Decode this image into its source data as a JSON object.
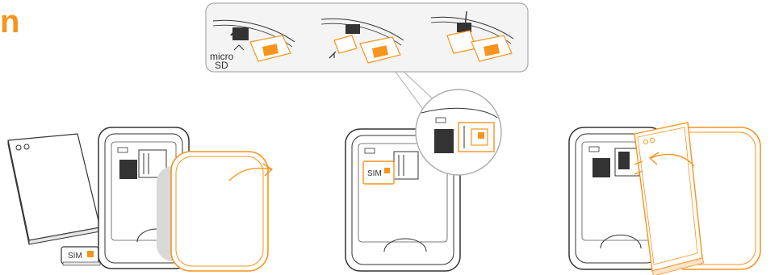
{
  "header": {
    "partial_heading": "n"
  },
  "labels": {
    "sim_card": "SIM",
    "sim_in_slot": "SIM",
    "micro_line1": "micro",
    "micro_line2": "SD"
  },
  "colors": {
    "accent": "#f7941d",
    "line": "#333333",
    "panel_border": "#aaaaaa",
    "panel_fill": "#f4f4f4",
    "shadow": "#cccccc"
  },
  "icons": [
    "arrow-right-icon",
    "arrow-left-icon",
    "insert-arrow-icon",
    "camera-lens-icon"
  ]
}
